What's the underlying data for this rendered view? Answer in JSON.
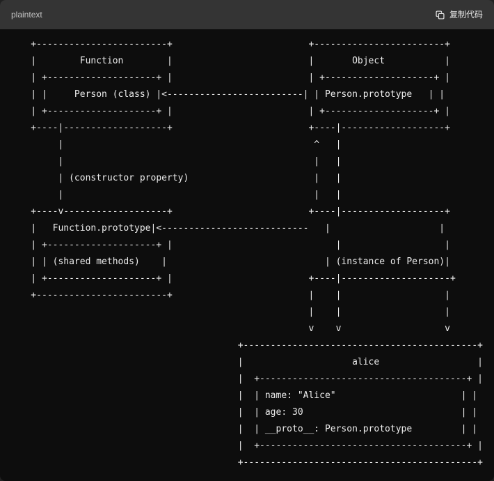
{
  "header": {
    "language_label": "plaintext",
    "copy_button_label": "复制代码"
  },
  "code": {
    "ascii_lines": [
      "    +------------------------+                         +------------------------+",
      "    |        Function        |                         |       Object           |",
      "    | +--------------------+ |                         | +--------------------+ |",
      "    | |     Person (class) |<-------------------------| | Person.prototype   | |",
      "    | +--------------------+ |                         | +--------------------+ |",
      "    +----|-------------------+                         +----|-------------------+",
      "         |                                              ^   |",
      "         |                                              |   |",
      "         | (constructor property)                       |   |",
      "         |                                              |   |",
      "    +----v-------------------+                         +----|-------------------+",
      "    |   Function.prototype|<---------------------------   |                    |",
      "    | +--------------------+ |                              |                   |",
      "    | | (shared methods)    |                             | (instance of Person)|",
      "    | +--------------------+ |                         +----|--------------------+",
      "    +------------------------+                         |    |                   |",
      "                                                       |    |                   |",
      "                                                       v    v                   v",
      "                                          +-------------------------------------------+",
      "                                          |                    alice                  |",
      "                                          |  +--------------------------------------+ |",
      "                                          |  | name: \"Alice\"                       | |",
      "                                          |  | age: 30                             | |",
      "                                          |  | __proto__: Person.prototype         | |",
      "                                          |  +--------------------------------------+ |",
      "                                          +-------------------------------------------+"
    ]
  },
  "colors": {
    "code_bg": "#0d0d0d",
    "header_bg": "#343434",
    "code_text": "#ececec",
    "header_text": "#c4c4c4",
    "button_text": "#e6e6e6"
  }
}
